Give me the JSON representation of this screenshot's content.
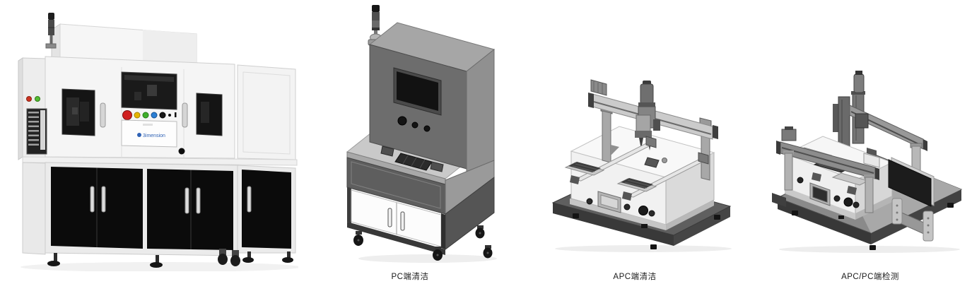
{
  "page": {
    "background": "#ffffff"
  },
  "figures": [
    {
      "logo_text": "3imension"
    },
    {
      "caption": "PC端清洁"
    },
    {
      "caption": "APC端清洁"
    },
    {
      "caption": "APC/PC端检测"
    }
  ],
  "colors": {
    "background": "#ffffff",
    "caption_text": "#1a1a1a",
    "cabinet_white": "#f5f5f5",
    "door_glass_black": "#0b0b0b",
    "machine_dark_gray": "#6d6d6d",
    "base_plate_gray": "#5f5f5f",
    "estop_red": "#d01f1f",
    "button_yellow": "#e5b500",
    "button_green": "#3fae2a",
    "button_blue": "#2b7fd4",
    "led_red": "#cc3322",
    "led_green": "#55bb33",
    "logo_blue": "#2f62b5"
  }
}
